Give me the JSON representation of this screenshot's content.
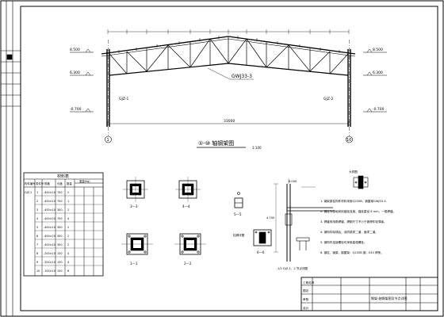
{
  "drawing": {
    "elevation_title": "①-⑩ 轴钢架图",
    "scale": "1:100",
    "truss_label": "GWJ33-3",
    "left_col_label": "GJZ-1",
    "right_col_label": "GJZ-2",
    "truss_span_label": "GWJ33-3",
    "elev_top": "8.500",
    "elev_mid": "6.300",
    "elev_base": "-0.700",
    "elev_top_r": "8.500",
    "elev_mid_r": "6.300",
    "elev_base_r": "-0.700",
    "total_span": "33000",
    "axis_left": "1",
    "axis_right": "10",
    "sec_3": "3—3",
    "sec_4": "4—4",
    "sec_1": "1—1",
    "sec_2": "2—2",
    "sec_5": "5—5",
    "detail_b": "6—6",
    "detail_side": "柱脚详图",
    "detail_col": "1/2 GJZ-1、2 节点详图",
    "detail_right": "大样图",
    "dim_8000": "8.000",
    "dim_4700": "4.700"
  },
  "material_table": {
    "title": "材料表",
    "headers": [
      "构件编号",
      "零件号",
      "规格",
      "长度",
      "数量",
      "重量(kg)"
    ],
    "rows": [
      [
        "GJZ-1",
        "1",
        "-400×20",
        "700",
        "2"
      ],
      [
        "",
        "2",
        "-400×10",
        "700",
        "1"
      ],
      [
        "",
        "3",
        "-400×10",
        "300",
        "2"
      ],
      [
        "",
        "4",
        "-400×20",
        "700",
        "4"
      ],
      [
        "",
        "5",
        "-400×10",
        "300",
        "2"
      ],
      [
        "",
        "6",
        "-400×20",
        "300",
        "2"
      ],
      [
        "",
        "7",
        "-400×10",
        "300",
        "2"
      ],
      [
        "",
        "8",
        "-200×10",
        "150",
        "4"
      ],
      [
        "",
        "9",
        "-200×10",
        "150",
        "4"
      ],
      [
        "",
        "10",
        "-100×10",
        "100",
        "8"
      ]
    ]
  },
  "notes": [
    "1. 钢架梁柱构件材料采用Q235B，钢屋架GWJ33-3.",
    "2. 钢柱与基础采用锚栓连接，锚栓直径 6 mm，一般焊缝。",
    "3. 焊缝采用角焊缝，焊脚尺寸不小于被焊件较薄者。",
    "4. 钢构件除锈后，涂防锈漆二道，面漆二道。",
    "5. 钢构件连接螺栓均采用高强螺栓。",
    "6. 钢柱、钢梁、钢屋架：Q235B 钢，E43 焊条。"
  ],
  "notes_emphasis": "6 mm",
  "title_block": {
    "drawing_name": "钢架-轴钢架图及节点详图",
    "row_labels": [
      "工程名称",
      "图名",
      "审核",
      "设计"
    ]
  }
}
